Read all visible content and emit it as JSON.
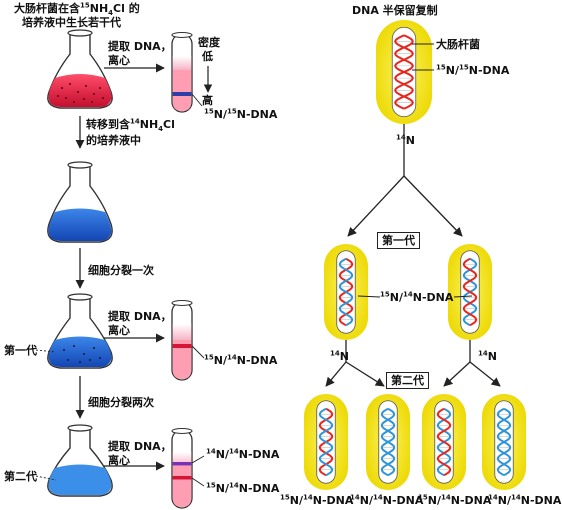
{
  "left": {
    "title_line1_pre": "大肠杆菌在含",
    "title_line1_sup": "15",
    "title_line1_post": "NH",
    "title_line1_sub": "4",
    "title_line1_end": "Cl 的",
    "title_line2": "培养液中生长若干代",
    "extract_line1": "提取 DNA，",
    "extract_line2": "离心",
    "density_line1": "密度",
    "density_line2": "低",
    "density_high": "高",
    "tube1_label": "15N/15N-DNA",
    "transfer_line1_pre": "转移到含",
    "transfer_line1_sup": "14",
    "transfer_line1_post": "NH",
    "transfer_line1_sub": "4",
    "transfer_line1_end": "Cl",
    "transfer_line2": "的培养液中",
    "divide_once": "细胞分裂一次",
    "gen1_label": "第一代",
    "tube2_label": "15N/14N-DNA",
    "divide_twice": "细胞分裂两次",
    "gen2_label": "第二代",
    "tube3_label_top": "14N/14N-DNA",
    "tube3_label_bottom": "15N/14N-DNA"
  },
  "right": {
    "title": "DNA 半保留复制",
    "bacteria_label": "大肠杆菌",
    "parent_label": "15N/15N-DNA",
    "n14_top": "14N",
    "gen1_box": "第一代",
    "gen1_dna_label": "15N/14N-DNA",
    "n14_left": "14N",
    "n14_right": "14N",
    "gen2_box": "第二代",
    "bottom_labels": [
      "15N/14N-DNA",
      "14N/14N-DNA",
      "15N/14N-DNA",
      "14N/14N-DNA"
    ]
  },
  "colors": {
    "heavy_strand": "#e8261e",
    "light_strand": "#2f95d8",
    "capsule": "#f3e400",
    "heavy_medium": "#e8203a",
    "light_medium": "#1f5ec8"
  }
}
